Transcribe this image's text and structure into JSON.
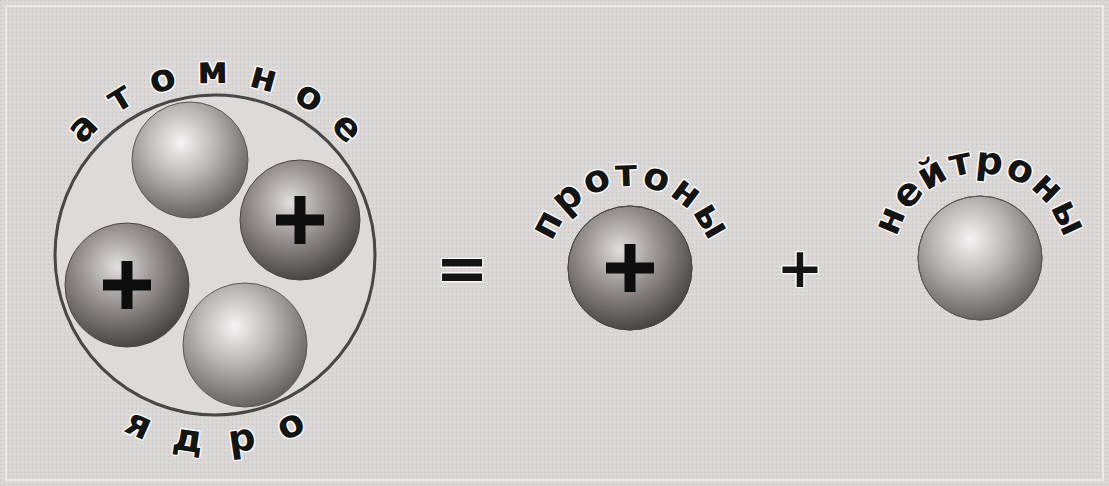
{
  "diagram": {
    "nodes": [
      {
        "text": [
          "атомное",
          "ядро"
        ]
      },
      {
        "text": [
          "протоны"
        ]
      },
      {
        "text": [
          "нейтроны"
        ]
      }
    ],
    "labels": [
      "=",
      "+"
    ]
  }
}
